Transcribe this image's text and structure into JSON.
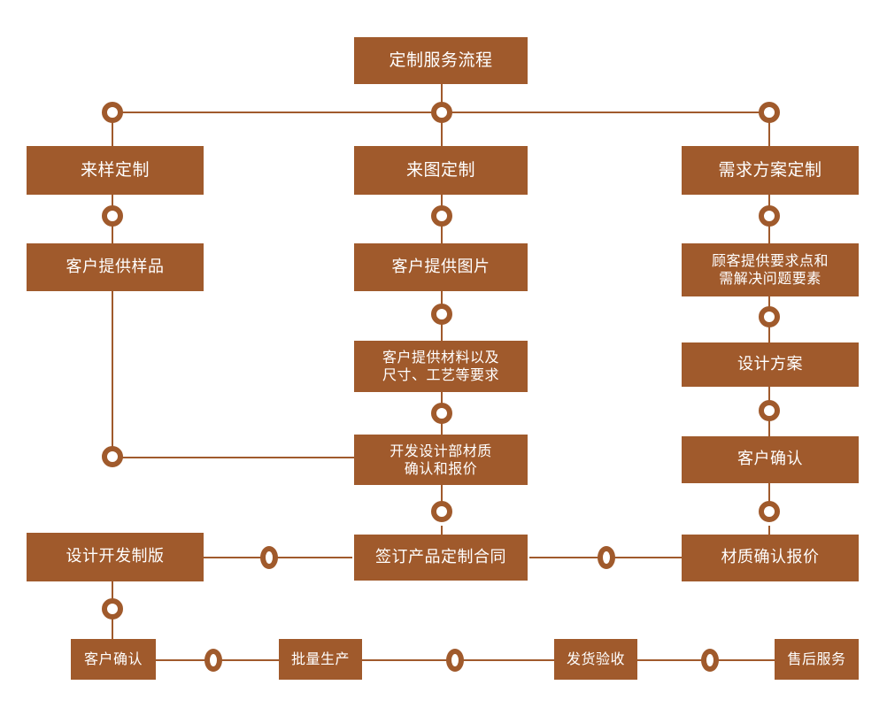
{
  "diagram": {
    "title": "定制服务流程",
    "type": "flowchart",
    "accent_color": "#a05a2c",
    "text_color": "#ffffff",
    "background_color": "#ffffff"
  },
  "nodes": {
    "root": "定制服务流程",
    "branch_left": "来样定制",
    "branch_center": "来图定制",
    "branch_right": "需求方案定制",
    "left_1": "客户提供样品",
    "center_1": "客户提供图片",
    "right_1": "顾客提供要求点和\n需解决问题要素",
    "center_2": "客户提供材料以及\n尺寸、工艺等要求",
    "right_2": "设计方案",
    "center_3": "开发设计部材质\n确认和报价",
    "right_3": "客户确认",
    "row_design": "设计开发制版",
    "row_contract": "签订产品定制合同",
    "row_quote": "材质确认报价",
    "final_confirm": "客户确认",
    "final_mass": "批量生产",
    "final_ship": "发货验收",
    "final_service": "售后服务"
  },
  "connectors": [
    "root-to-split",
    "split-left",
    "split-center",
    "split-right",
    "left-branch-to-sample",
    "center-branch-to-image",
    "right-branch-to-requirements",
    "center-image-to-material",
    "right-requirements-to-design",
    "center-material-to-dev",
    "right-design-to-confirm",
    "left-sample-to-dev",
    "center-dev-to-contract",
    "right-confirm-to-quote",
    "design-to-contract",
    "contract-to-quote",
    "design-to-final-confirm",
    "confirm-to-mass",
    "mass-to-ship",
    "ship-to-service"
  ]
}
